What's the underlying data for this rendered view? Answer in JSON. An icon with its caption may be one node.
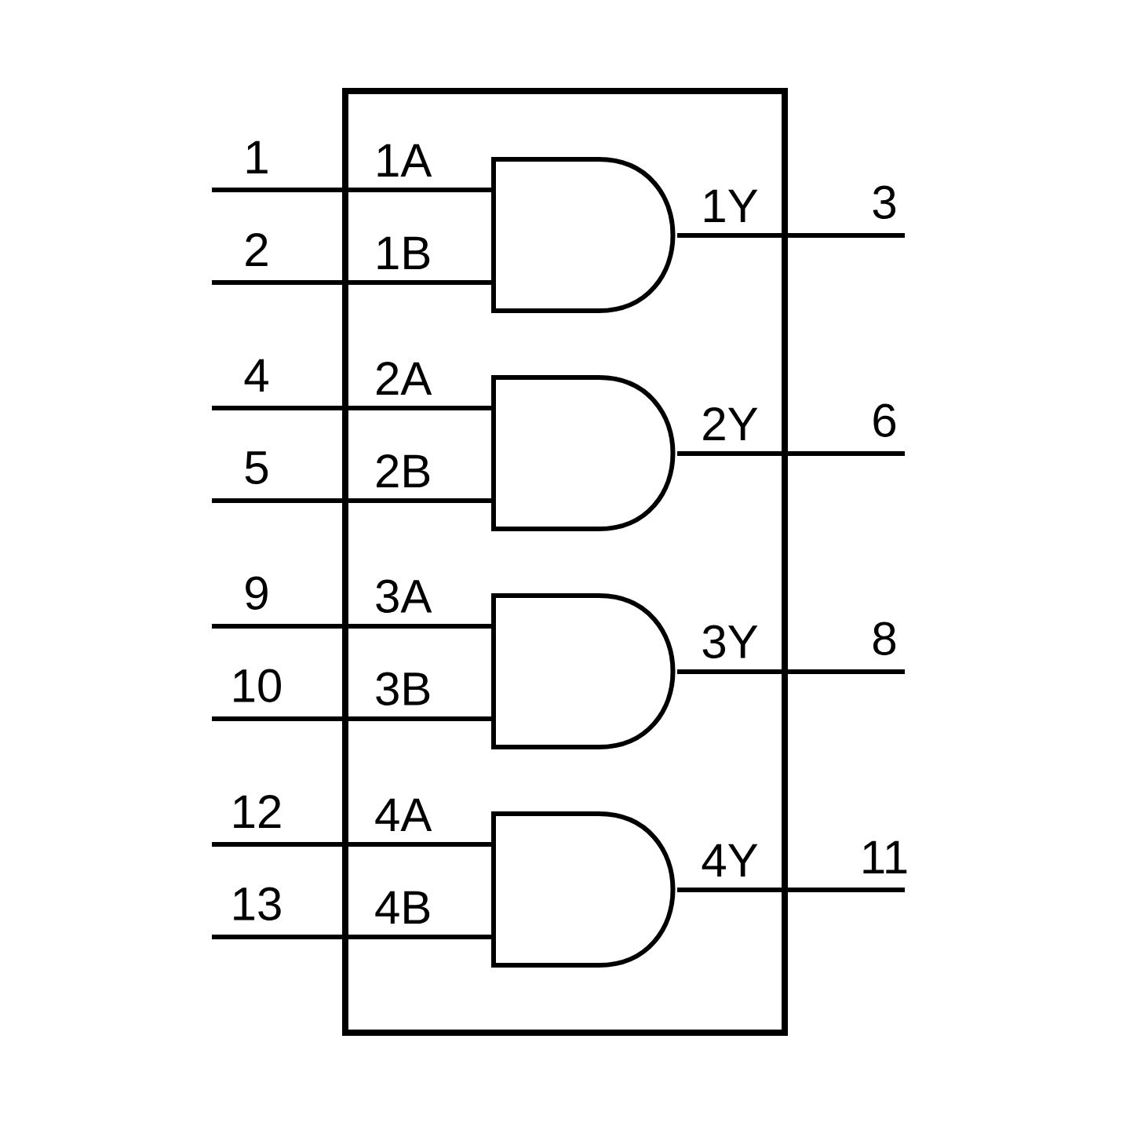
{
  "diagram": {
    "nodes": [
      {
        "text": [],
        "shape": "box"
      },
      {
        "text": [],
        "shape": "gate",
        "in": 0
      },
      {
        "text": [],
        "shape": "gate",
        "in": 0
      },
      {
        "text": [],
        "shape": "gate",
        "in": 0
      },
      {
        "text": [],
        "shape": "gate",
        "in": 0
      }
    ],
    "edges": [
      {
        "from": null,
        "to": 1,
        "arrow": "none",
        "label": "1"
      },
      {
        "from": null,
        "to": 1,
        "arrow": "none",
        "label": "2"
      },
      {
        "from": 1,
        "to": null,
        "arrow": "none",
        "label": "3"
      },
      {
        "from": null,
        "to": 2,
        "arrow": "none",
        "label": "4"
      },
      {
        "from": null,
        "to": 2,
        "arrow": "none",
        "label": "5"
      },
      {
        "from": 2,
        "to": null,
        "arrow": "none",
        "label": "6"
      },
      {
        "from": null,
        "to": 3,
        "arrow": "none",
        "label": "9"
      },
      {
        "from": null,
        "to": 3,
        "arrow": "none",
        "label": "10"
      },
      {
        "from": 3,
        "to": null,
        "arrow": "none",
        "label": "8"
      },
      {
        "from": null,
        "to": 4,
        "arrow": "none",
        "label": "12"
      },
      {
        "from": null,
        "to": 4,
        "arrow": "none",
        "label": "13"
      },
      {
        "from": 4,
        "to": null,
        "arrow": "none",
        "label": "11"
      }
    ],
    "labels": [
      "1A",
      "1Y",
      "1B",
      "2A",
      "2Y",
      "2B",
      "3A",
      "3Y",
      "3B",
      "4A",
      "4Y",
      "4B"
    ]
  }
}
